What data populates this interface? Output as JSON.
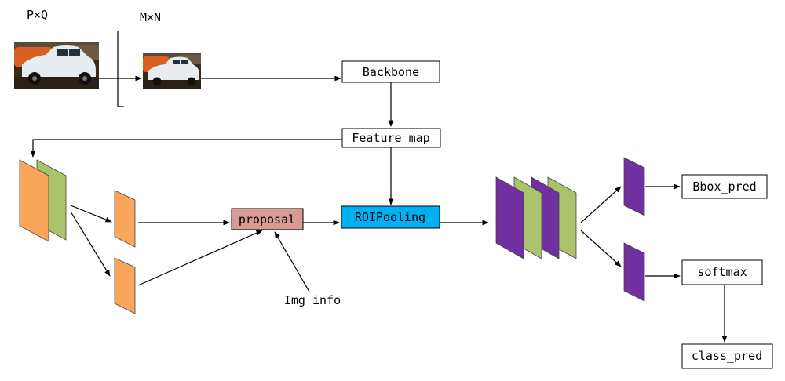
{
  "input": {
    "original_size_label": "P×Q",
    "resized_size_label": "M×N"
  },
  "nodes": {
    "backbone": "Backbone",
    "feature_map": "Feature map",
    "proposal": "proposal",
    "roipooling": "ROIPooling",
    "img_info": "Img_info",
    "bbox_pred": "Bbox_pred",
    "softmax": "softmax",
    "class_pred": "class_pred"
  },
  "colors": {
    "orange": "#f9a55a",
    "green": "#a9c46b",
    "purple": "#7030a0",
    "proposal_fill": "#d99a94",
    "roipooling_fill": "#00b0f0",
    "car_body": "#e6ecef",
    "car_bg_orange": "#d9601f"
  }
}
